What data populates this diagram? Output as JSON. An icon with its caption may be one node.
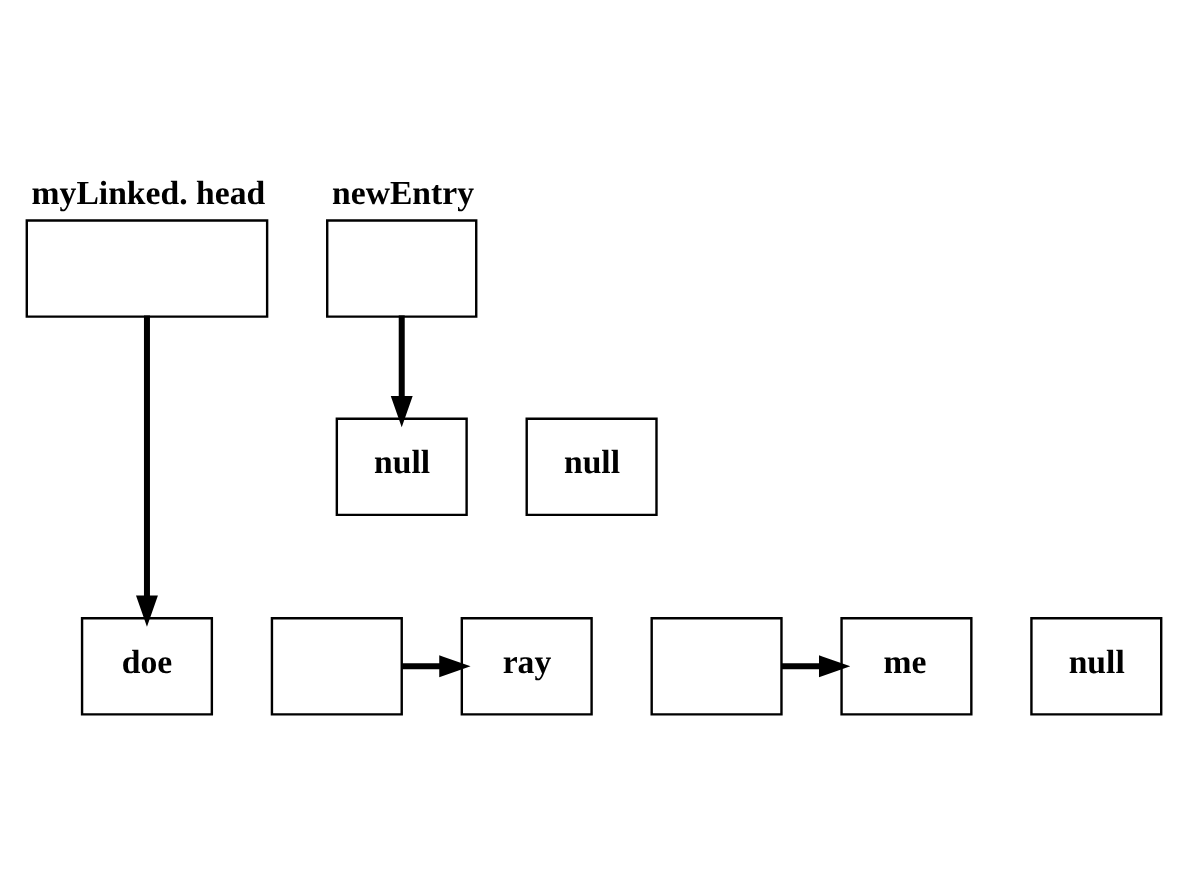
{
  "diagram": {
    "nodes": [
      {
        "text": [
          "myLinked. head"
        ]
      },
      {
        "text": [
          "newEntry"
        ]
      },
      {
        "text": [
          "null"
        ]
      },
      {
        "text": [
          "null"
        ]
      },
      {
        "text": [
          "doe"
        ]
      },
      {
        "text": [],
        "shape": "box"
      },
      {
        "text": [
          "ray"
        ]
      },
      {
        "text": [],
        "shape": "box"
      },
      {
        "text": [
          "me"
        ]
      },
      {
        "text": [
          "null"
        ]
      }
    ],
    "edges": [
      {
        "from": 0,
        "to": 4,
        "arrow": "to"
      },
      {
        "from": 1,
        "to": 2,
        "arrow": "to"
      },
      {
        "from": 5,
        "to": 6,
        "arrow": "to"
      },
      {
        "from": 7,
        "to": 8,
        "arrow": "to"
      }
    ]
  }
}
